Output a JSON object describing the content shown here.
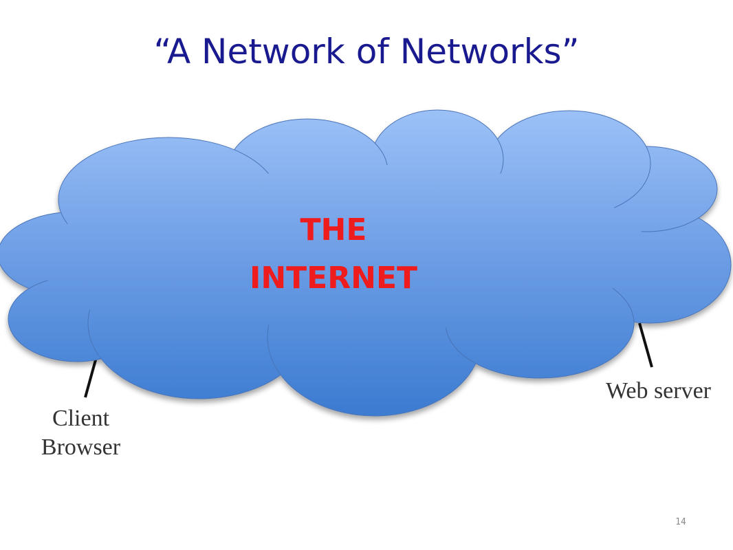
{
  "slide": {
    "title": "“A Network of Networks”",
    "page_number": "14"
  },
  "cloud": {
    "label_line1": "THE",
    "label_line2": "INTERNET",
    "fill_top": "#97bdf5",
    "fill_bottom": "#3b7ccf",
    "label_color": "#ee1c1c"
  },
  "client": {
    "line1": "Client",
    "line2": "Browser"
  },
  "server": {
    "label": "Web server"
  },
  "colors": {
    "title": "#1a1a90",
    "node_text": "#333333",
    "connector": "#111111"
  }
}
